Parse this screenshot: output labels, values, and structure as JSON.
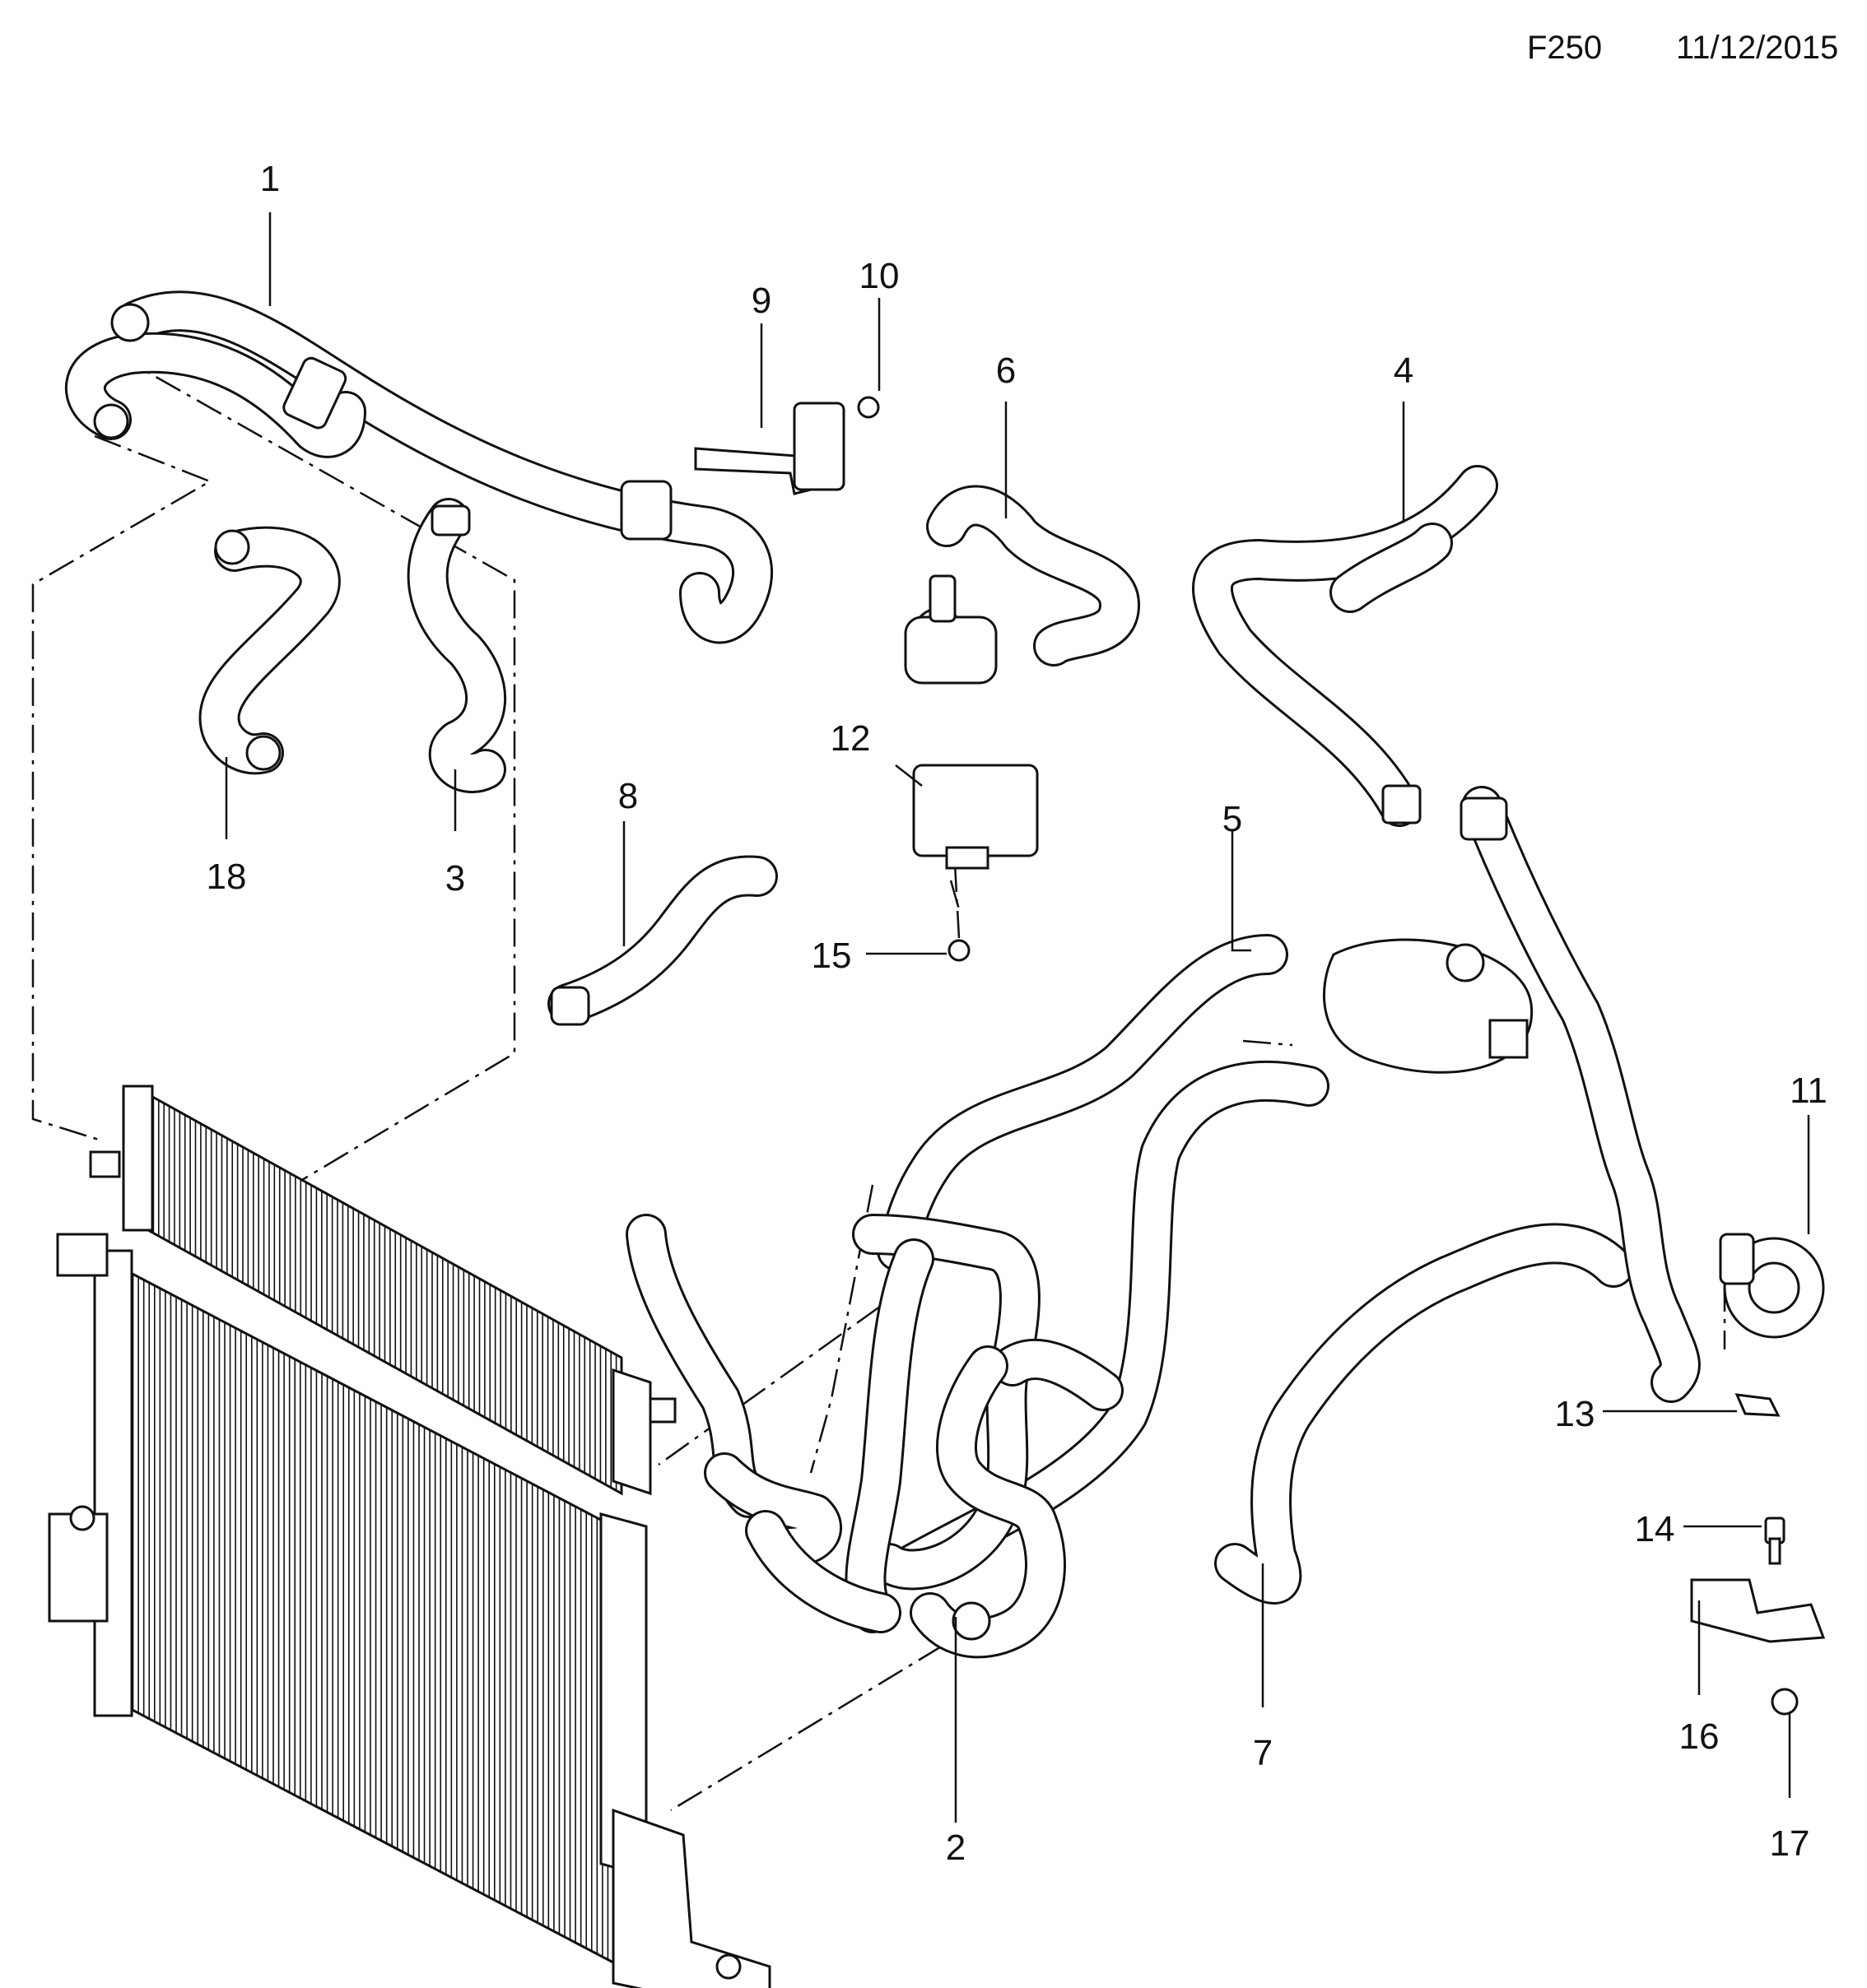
{
  "header": {
    "code": "F250",
    "date": "11/12/2015"
  },
  "callouts": [
    {
      "id": "1",
      "label": "1"
    },
    {
      "id": "2",
      "label": "2"
    },
    {
      "id": "3",
      "label": "3"
    },
    {
      "id": "4",
      "label": "4"
    },
    {
      "id": "5",
      "label": "5"
    },
    {
      "id": "6",
      "label": "6"
    },
    {
      "id": "7",
      "label": "7"
    },
    {
      "id": "8",
      "label": "8"
    },
    {
      "id": "9",
      "label": "9"
    },
    {
      "id": "10",
      "label": "10"
    },
    {
      "id": "11",
      "label": "11"
    },
    {
      "id": "12",
      "label": "12"
    },
    {
      "id": "13",
      "label": "13"
    },
    {
      "id": "14",
      "label": "14"
    },
    {
      "id": "15",
      "label": "15"
    },
    {
      "id": "16",
      "label": "16"
    },
    {
      "id": "17",
      "label": "17"
    },
    {
      "id": "18",
      "label": "18"
    }
  ]
}
